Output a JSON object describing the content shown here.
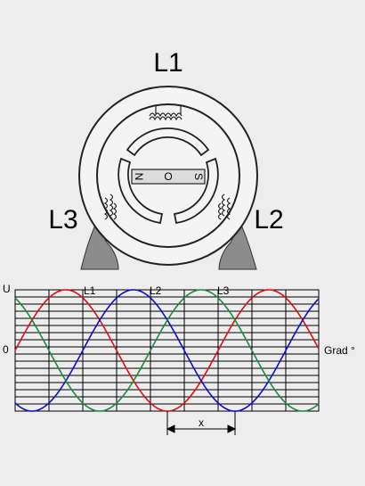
{
  "coil_labels": {
    "l1": "L1",
    "l2": "L2",
    "l3": "L3"
  },
  "magnet": {
    "north": "N",
    "center": "O",
    "south": "S"
  },
  "graph": {
    "y_axis_top": "U",
    "y_axis_zero": "0",
    "x_axis_unit": "Grad °",
    "phase_labels": [
      "L1",
      "L2",
      "L3"
    ],
    "interval_label": "x"
  },
  "colors": {
    "phase_l1": "#dd1010",
    "phase_l2": "#1010cc",
    "phase_l3": "#1e8a3e",
    "machine_fill": "#f4f4f4",
    "foot_fill": "#8c8c8c",
    "background": "#ededed"
  },
  "chart_data": {
    "type": "line",
    "series": [
      {
        "name": "L1",
        "phase_deg": 0,
        "color": "#dd1010"
      },
      {
        "name": "L2",
        "phase_deg": 120,
        "color": "#1010cc"
      },
      {
        "name": "L3",
        "phase_deg": 240,
        "color": "#1e8a3e"
      }
    ],
    "xlabel": "Grad °",
    "ylabel": "U"
  }
}
